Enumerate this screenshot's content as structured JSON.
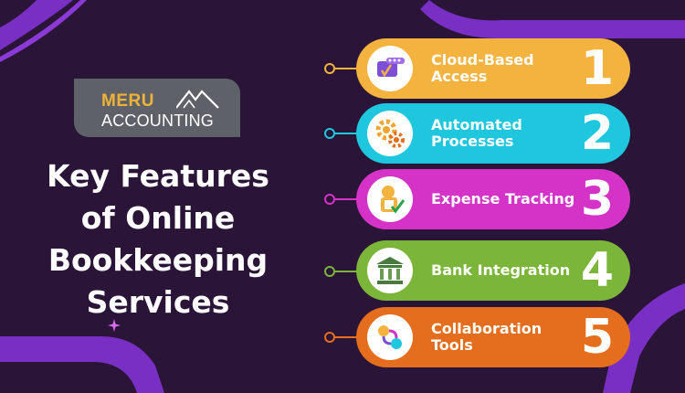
{
  "logo": {
    "line1": "MERU",
    "line2": "ACCOUNTING",
    "mark": "mountain-logo-icon"
  },
  "title": {
    "lines": [
      "Key Features",
      "of Online",
      "Bookkeeping",
      "Services"
    ]
  },
  "features": [
    {
      "label": "Cloud-Based Access",
      "number": "1",
      "color": "#f3b33e",
      "icon": "cloud-security-icon"
    },
    {
      "label": "Automated Processes",
      "number": "2",
      "color": "#1ec7dd",
      "icon": "gears-icon"
    },
    {
      "label": "Expense Tracking",
      "number": "3",
      "color": "#d533c8",
      "icon": "document-check-icon"
    },
    {
      "label": "Bank Integration",
      "number": "4",
      "color": "#7bb53a",
      "icon": "bank-icon"
    },
    {
      "label": "Collaboration Tools",
      "number": "5",
      "color": "#e56d1e",
      "icon": "collaboration-icon"
    }
  ],
  "colors": {
    "background": "#2a1437",
    "accent_purple": "#7a2fc4",
    "logo_bg": "#5e6168",
    "logo_accent": "#f0b238"
  }
}
